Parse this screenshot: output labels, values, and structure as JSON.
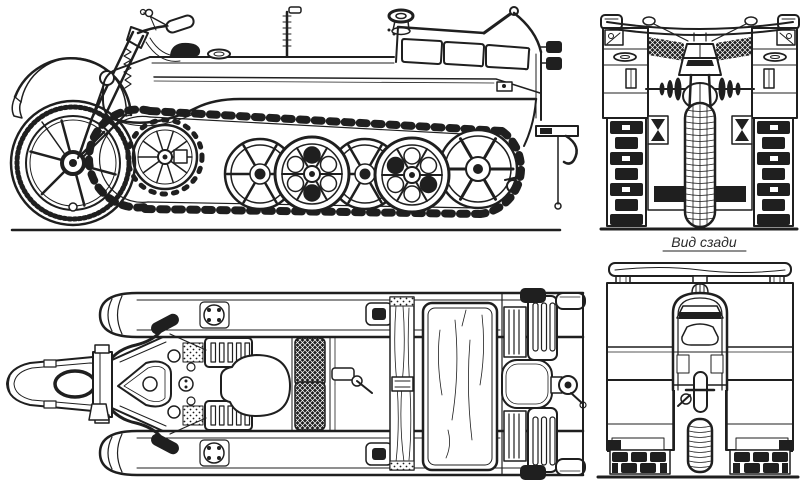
{
  "figure": {
    "caption": "Вид сзади",
    "ink_color": "#1f1f1f",
    "paper_color": "#ffffff",
    "views": [
      "side-view",
      "front-view",
      "top-view",
      "rear-view"
    ]
  }
}
